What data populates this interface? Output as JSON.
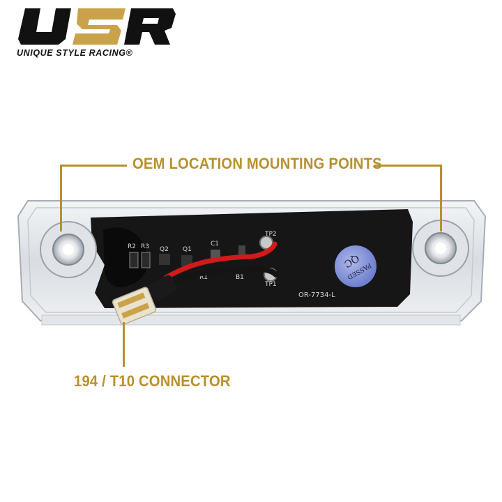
{
  "brand": {
    "logo_text": "USR",
    "tagline": "UNIQUE STYLE RACING®"
  },
  "callouts": {
    "mounting_points": "OEM LOCATION MOUNTING POINTS",
    "connector": "194 / T10 CONNECTOR"
  },
  "pcb": {
    "labels": [
      "R2",
      "R3",
      "Q2",
      "Q1",
      "C1",
      "TP2",
      "R1",
      "B1",
      "TP1"
    ],
    "part_number": "OR-7734-L",
    "qc_sticker": [
      "PASSED",
      "QC"
    ]
  },
  "colors": {
    "accent_gold": "#b8902e",
    "logo_gold": "#c9a24a",
    "logo_dark": "#111111"
  }
}
